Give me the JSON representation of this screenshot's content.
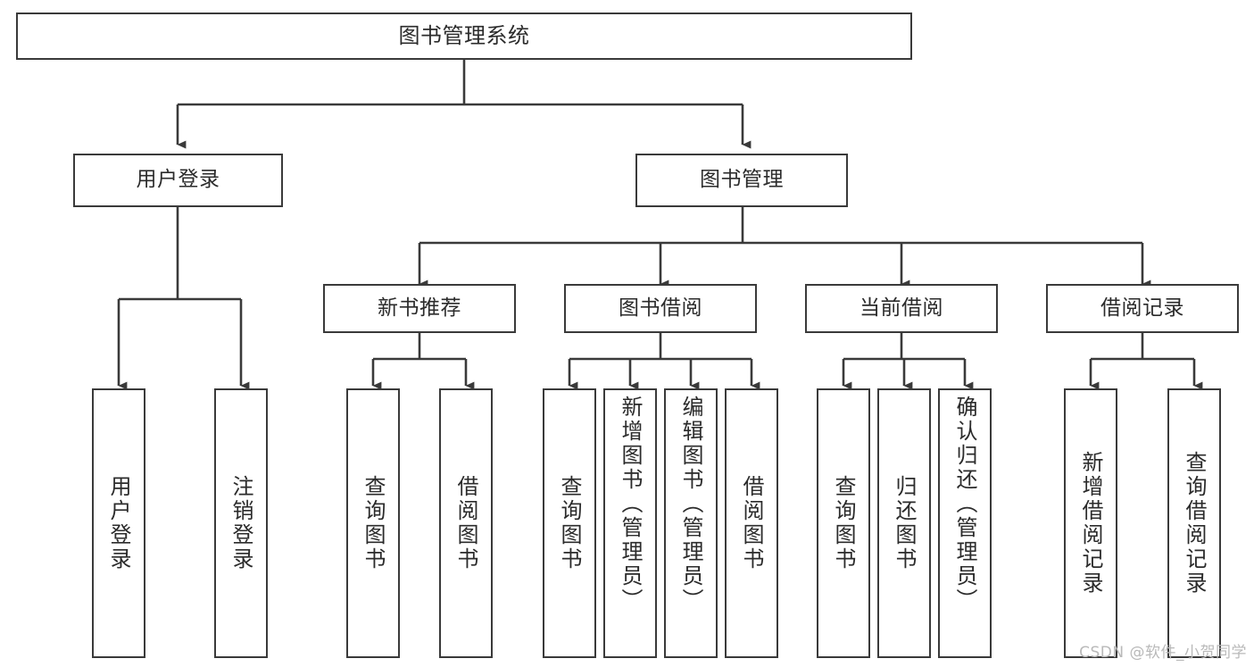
{
  "diagram": {
    "type": "tree-hierarchy",
    "title": "图书管理系统",
    "orientation": "top-down",
    "colors": {
      "stroke": "#3a3a3a",
      "text": "#2b2b2b",
      "background": "#ffffff",
      "watermark": "#b9b9b9"
    },
    "root": {
      "label": "图书管理系统"
    },
    "level2": [
      {
        "label": "用户登录"
      },
      {
        "label": "图书管理"
      }
    ],
    "level3": [
      {
        "label": "新书推荐"
      },
      {
        "label": "图书借阅"
      },
      {
        "label": "当前借阅"
      },
      {
        "label": "借阅记录"
      }
    ],
    "leaves": {
      "user_login": [
        {
          "label": "用户登录"
        },
        {
          "label": "注销登录"
        }
      ],
      "new_book_recommend": [
        {
          "label": "查询图书"
        },
        {
          "label": "借阅图书"
        }
      ],
      "book_borrow": [
        {
          "label": "查询图书"
        },
        {
          "label": "新增图书（管理员）"
        },
        {
          "label": "编辑图书（管理员）"
        },
        {
          "label": "借阅图书"
        }
      ],
      "current_borrow": [
        {
          "label": "查询图书"
        },
        {
          "label": "归还图书"
        },
        {
          "label": "确认归还（管理员）"
        }
      ],
      "borrow_record": [
        {
          "label": "新增借阅记录"
        },
        {
          "label": "查询借阅记录"
        }
      ]
    }
  },
  "watermark": {
    "text": "CSDN @软件_小贺同学"
  }
}
